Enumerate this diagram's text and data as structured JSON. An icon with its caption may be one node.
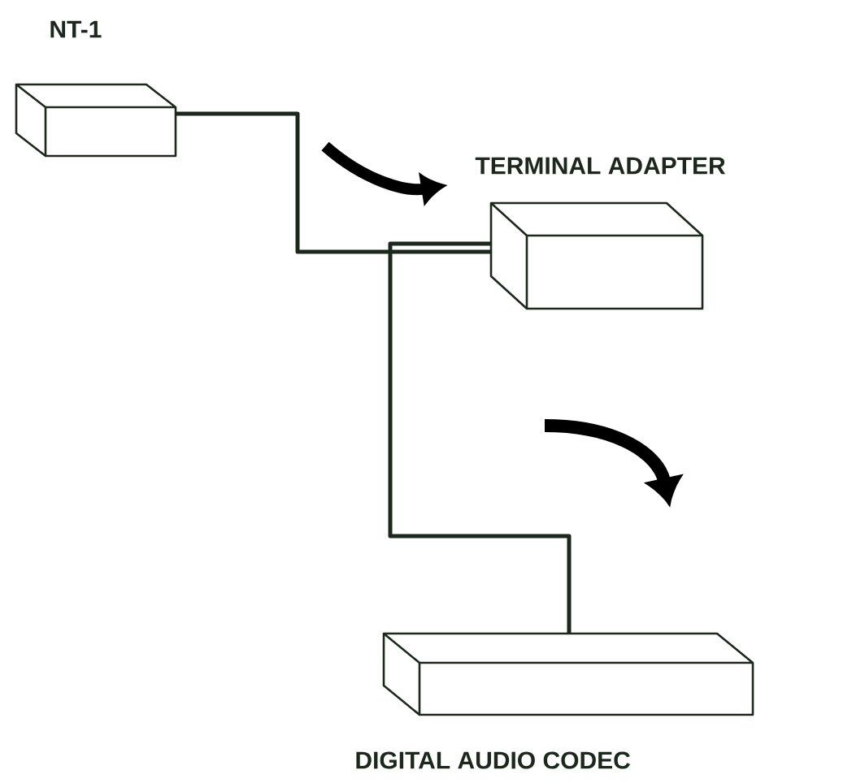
{
  "diagram": {
    "nodes": [
      {
        "text": [
          "NT-1"
        ]
      },
      {
        "text": [
          "TERMINAL ADAPTER"
        ]
      },
      {
        "text": [
          "DIGITAL AUDIO CODEC"
        ]
      }
    ],
    "edges": [
      {
        "from": 0,
        "to": 1,
        "arrow": "none"
      },
      {
        "from": 1,
        "to": 2,
        "arrow": "none"
      }
    ]
  }
}
